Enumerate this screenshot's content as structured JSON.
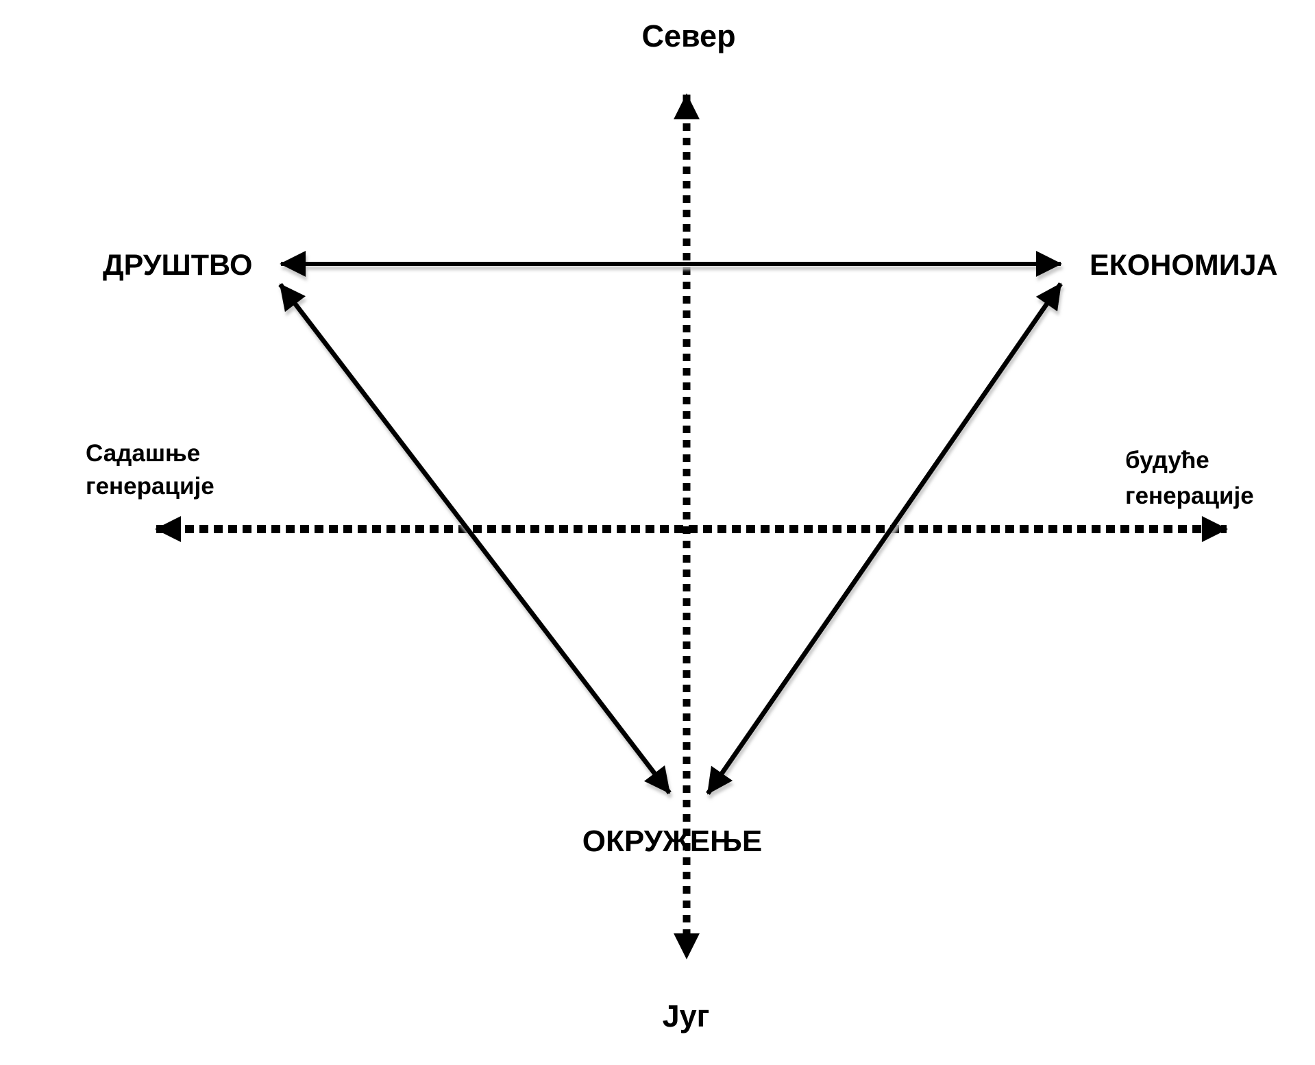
{
  "diagram": {
    "nodes": {
      "north": {
        "label": "Север"
      },
      "south": {
        "label": "Југ"
      },
      "society": {
        "label": "ДРУШТВО"
      },
      "economy": {
        "label": "ЕКОНОМИЈА"
      },
      "environment": {
        "label": "ОКРУЖЕЊЕ"
      },
      "present_generations": {
        "line1": "Садашње",
        "line2": "генерације"
      },
      "future_generations": {
        "line1": "будуће",
        "line2": "генерације"
      }
    },
    "edges": [
      {
        "from": "north",
        "to": "south",
        "style": "dotted",
        "arrows": "both"
      },
      {
        "from": "present_generations",
        "to": "future_generations",
        "style": "dotted",
        "arrows": "both"
      },
      {
        "from": "society",
        "to": "economy",
        "style": "solid",
        "arrows": "both"
      },
      {
        "from": "society",
        "to": "environment",
        "style": "solid",
        "arrows": "both"
      },
      {
        "from": "economy",
        "to": "environment",
        "style": "solid",
        "arrows": "both"
      }
    ],
    "colors": {
      "line": "#000000",
      "background": "#ffffff",
      "shadow": "#c4c4c4",
      "text": "#000000"
    }
  }
}
